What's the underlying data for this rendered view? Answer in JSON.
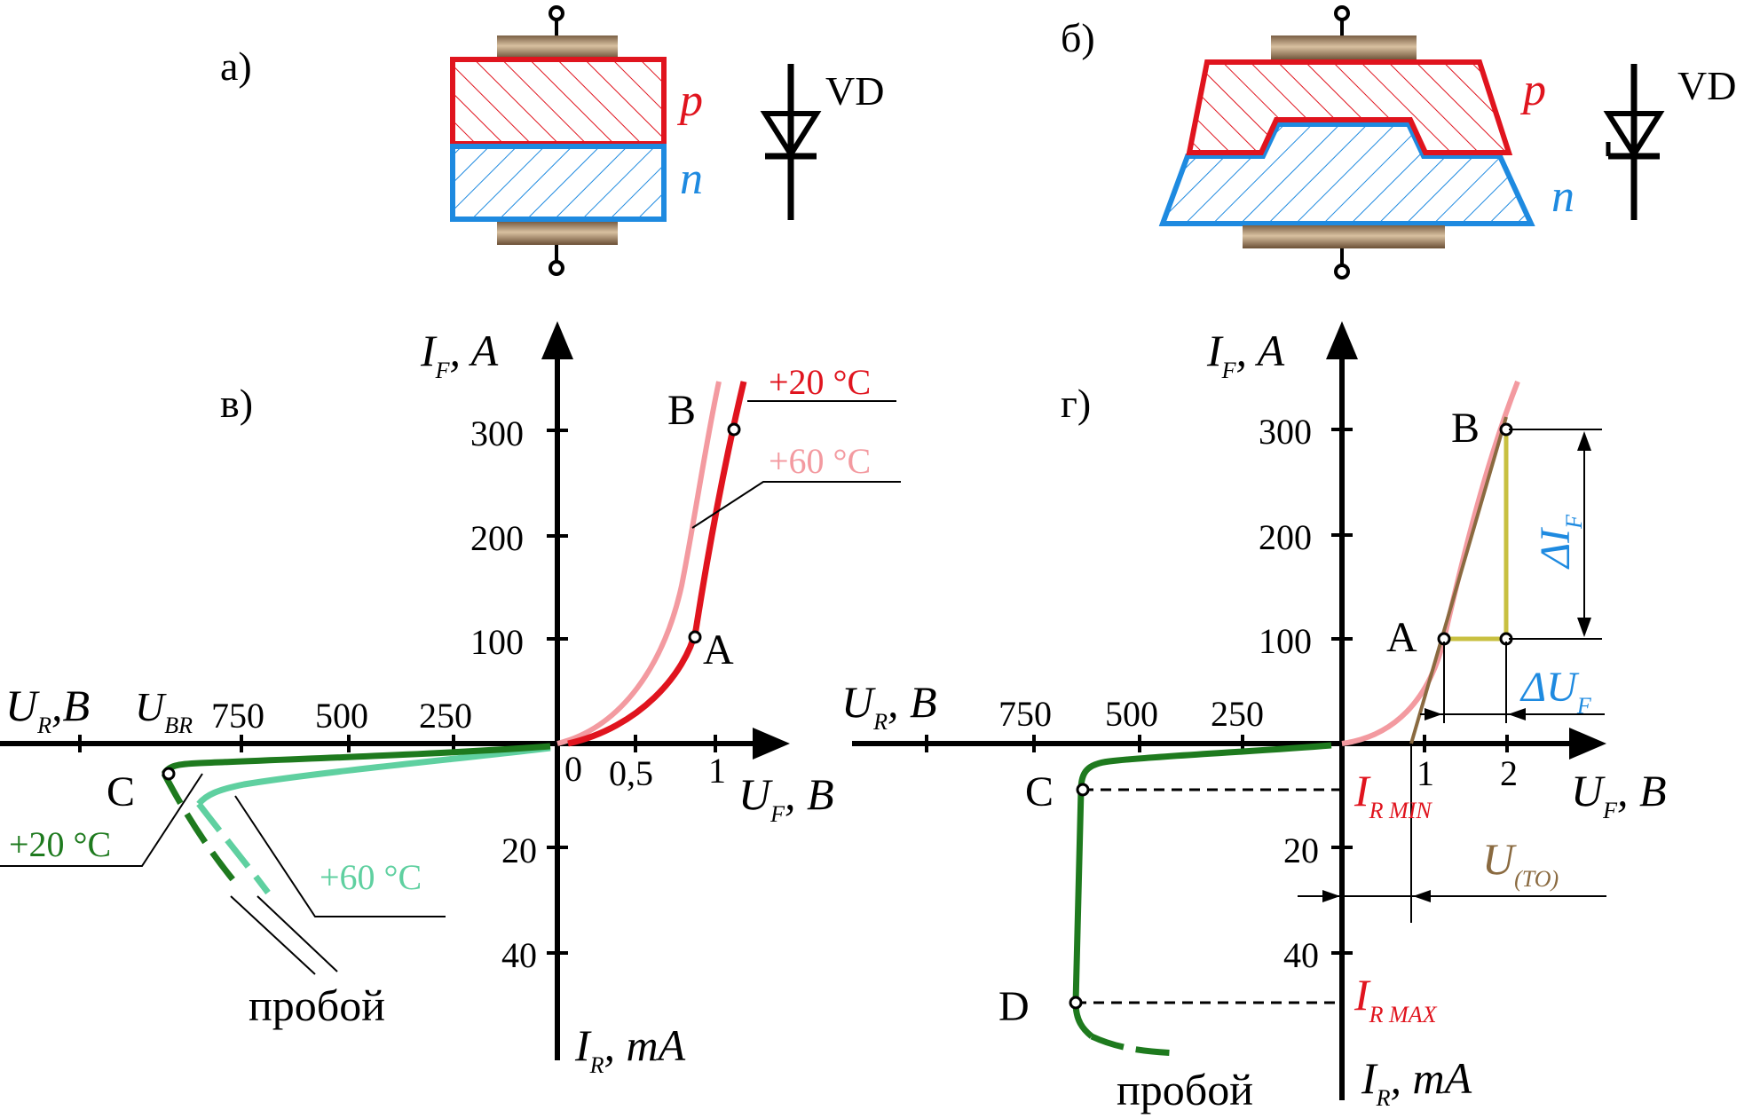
{
  "colors": {
    "p_region": "#e0141e",
    "n_region": "#1e8ae0",
    "contact": "#a0826a",
    "curve_20": "#e0141e",
    "curve_60": "#f39aa0",
    "reverse_20": "#1e7a1e",
    "reverse_60": "#5fd0a0",
    "linear_approx": "#8a6a40",
    "delta_marks": "#c8c040",
    "label_blue": "#1e8ae0",
    "label_red": "#e0141e",
    "label_brown": "#8a6a40",
    "axis": "#000000"
  },
  "panels": {
    "a": {
      "label": "а)",
      "p_label": "p",
      "n_label": "n",
      "symbol_label": "VD"
    },
    "b": {
      "label": "б)",
      "p_label": "p",
      "n_label": "n",
      "symbol_label": "VD"
    },
    "c": {
      "label": "в)",
      "y_axis_top": "I",
      "y_axis_top_sub": "F",
      "y_axis_top_unit": ", A",
      "y_axis_bottom": "I",
      "y_axis_bottom_sub": "R",
      "y_axis_bottom_unit": ", mA",
      "x_axis_right": "U",
      "x_axis_right_sub": "F",
      "x_axis_right_unit": ", B",
      "x_axis_left": "U",
      "x_axis_left_sub": "R",
      "x_axis_left_unit": ",B",
      "ubr_main": "U",
      "ubr_sub": "BR",
      "origin": "0",
      "x_ticks_pos": [
        "0,5",
        "1"
      ],
      "x_ticks_neg": [
        "750",
        "500",
        "250"
      ],
      "y_ticks_pos": [
        "300",
        "200",
        "100"
      ],
      "y_ticks_neg": [
        "20",
        "40"
      ],
      "point_A": "A",
      "point_B": "B",
      "point_C": "C",
      "temp_20_fwd": "+20 °C",
      "temp_60_fwd": "+60 °C",
      "temp_20_rev": "+20 °C",
      "temp_60_rev": "+60 °C",
      "breakdown": "пробой"
    },
    "d": {
      "label": "г)",
      "y_axis_top": "I",
      "y_axis_top_sub": "F",
      "y_axis_top_unit": ", A",
      "y_axis_bottom": "I",
      "y_axis_bottom_sub": "R",
      "y_axis_bottom_unit": ", mA",
      "x_axis_right": "U",
      "x_axis_right_sub": "F",
      "x_axis_right_unit": ", B",
      "x_axis_left": "U",
      "x_axis_left_sub": "R",
      "x_axis_left_unit": ", B",
      "x_ticks_pos": [
        "1",
        "2"
      ],
      "x_ticks_neg": [
        "750",
        "500",
        "250"
      ],
      "y_ticks_pos": [
        "300",
        "200",
        "100"
      ],
      "y_ticks_neg": [
        "20",
        "40"
      ],
      "point_A": "A",
      "point_B": "B",
      "point_C": "C",
      "point_D": "D",
      "delta_I_main": "ΔI",
      "delta_I_sub": "F",
      "delta_U_main": "ΔU",
      "delta_U_sub": "F",
      "u_to_main": "U",
      "u_to_sub": "(TO)",
      "ir_min_main": "I",
      "ir_min_sub": "R MIN",
      "ir_max_main": "I",
      "ir_max_sub": "R MAX",
      "breakdown": "пробой"
    }
  }
}
